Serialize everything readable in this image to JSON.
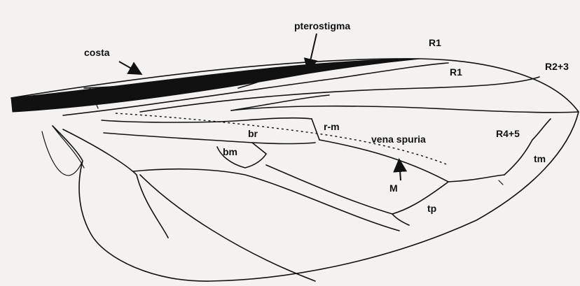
{
  "diagram": {
    "colors": {
      "ink": "#111111",
      "paper": "#f3f2f1"
    },
    "labels": {
      "pterostigma": "pterostigma",
      "costa": "costa",
      "r1_top": "R1",
      "r1_inner": "R1",
      "r2_3": "R2+3",
      "r4_5": "R4+5",
      "br": "br",
      "r_m": "r-m",
      "vena_spuria": "vena spuria",
      "bm": "bm",
      "tm": "tm",
      "m": "M",
      "tp": "tp"
    }
  }
}
